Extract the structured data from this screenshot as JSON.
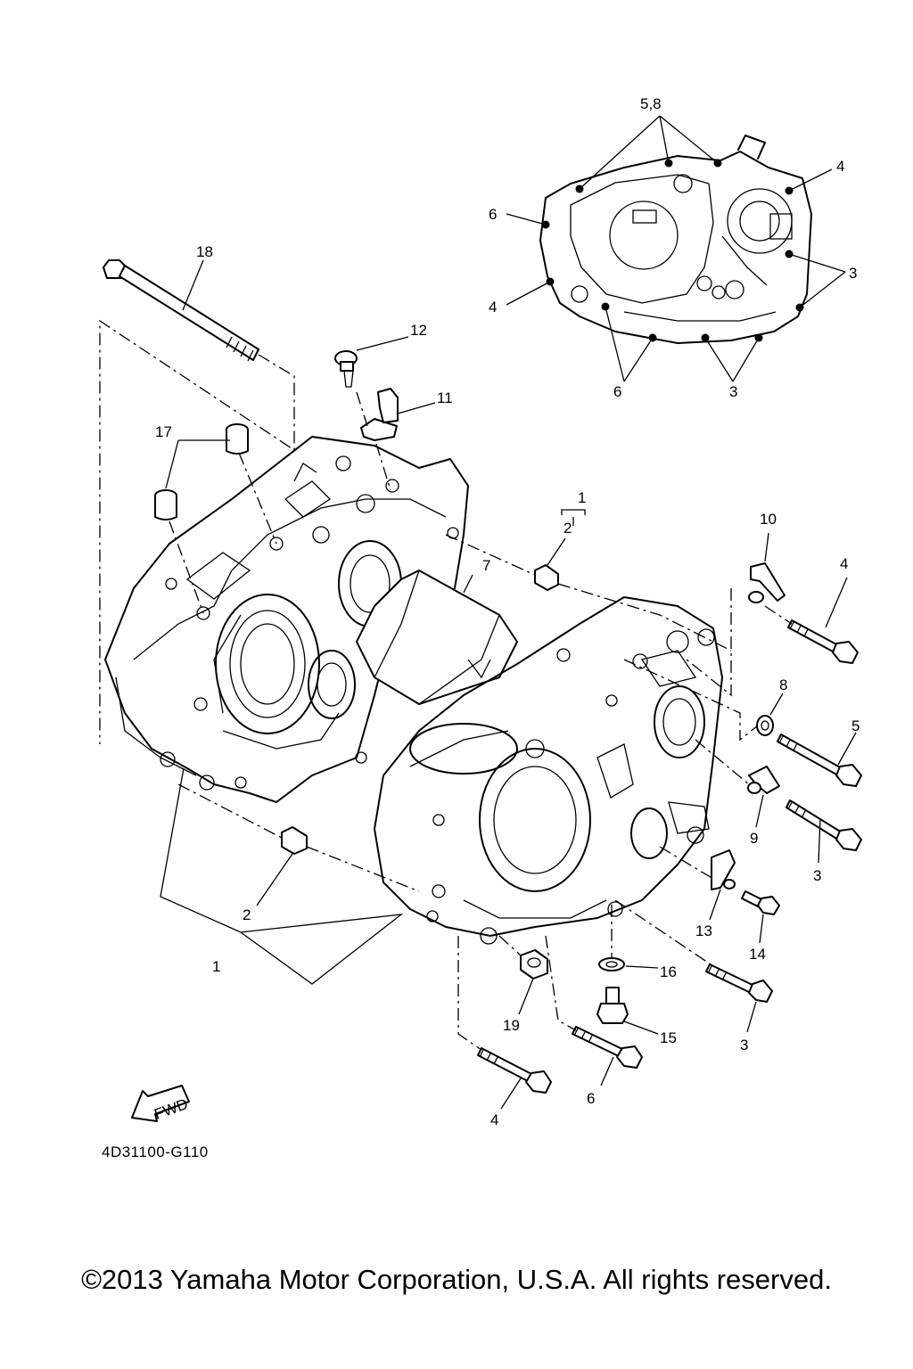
{
  "diagram": {
    "code": "4D31100-G110",
    "copyright": "©2013 Yamaha Motor Corporation, U.S.A. All rights reserved.",
    "fwd_label": "FWD"
  },
  "callouts": [
    {
      "id": "c-5-8",
      "text": "5,8"
    },
    {
      "id": "c-4-gasket-right",
      "text": "4"
    },
    {
      "id": "c-6-gasket-left",
      "text": "6"
    },
    {
      "id": "c-3-gasket-right",
      "text": "3"
    },
    {
      "id": "c-4-gasket-left",
      "text": "4"
    },
    {
      "id": "c-6-gasket-bottom",
      "text": "6"
    },
    {
      "id": "c-3-gasket-bottom",
      "text": "3"
    },
    {
      "id": "c-18",
      "text": "18"
    },
    {
      "id": "c-12",
      "text": "12"
    },
    {
      "id": "c-11",
      "text": "11"
    },
    {
      "id": "c-17",
      "text": "17"
    },
    {
      "id": "c-1-top",
      "text": "1"
    },
    {
      "id": "c-2-top",
      "text": "2"
    },
    {
      "id": "c-7",
      "text": "7"
    },
    {
      "id": "c-10",
      "text": "10"
    },
    {
      "id": "c-4-right",
      "text": "4"
    },
    {
      "id": "c-8",
      "text": "8"
    },
    {
      "id": "c-5",
      "text": "5"
    },
    {
      "id": "c-9",
      "text": "9"
    },
    {
      "id": "c-3-right",
      "text": "3"
    },
    {
      "id": "c-13",
      "text": "13"
    },
    {
      "id": "c-14",
      "text": "14"
    },
    {
      "id": "c-16",
      "text": "16"
    },
    {
      "id": "c-2-bottom",
      "text": "2"
    },
    {
      "id": "c-1-bottom",
      "text": "1"
    },
    {
      "id": "c-19",
      "text": "19"
    },
    {
      "id": "c-15",
      "text": "15"
    },
    {
      "id": "c-3-bottom",
      "text": "3"
    },
    {
      "id": "c-6-bottom",
      "text": "6"
    },
    {
      "id": "c-4-bottom",
      "text": "4"
    }
  ]
}
